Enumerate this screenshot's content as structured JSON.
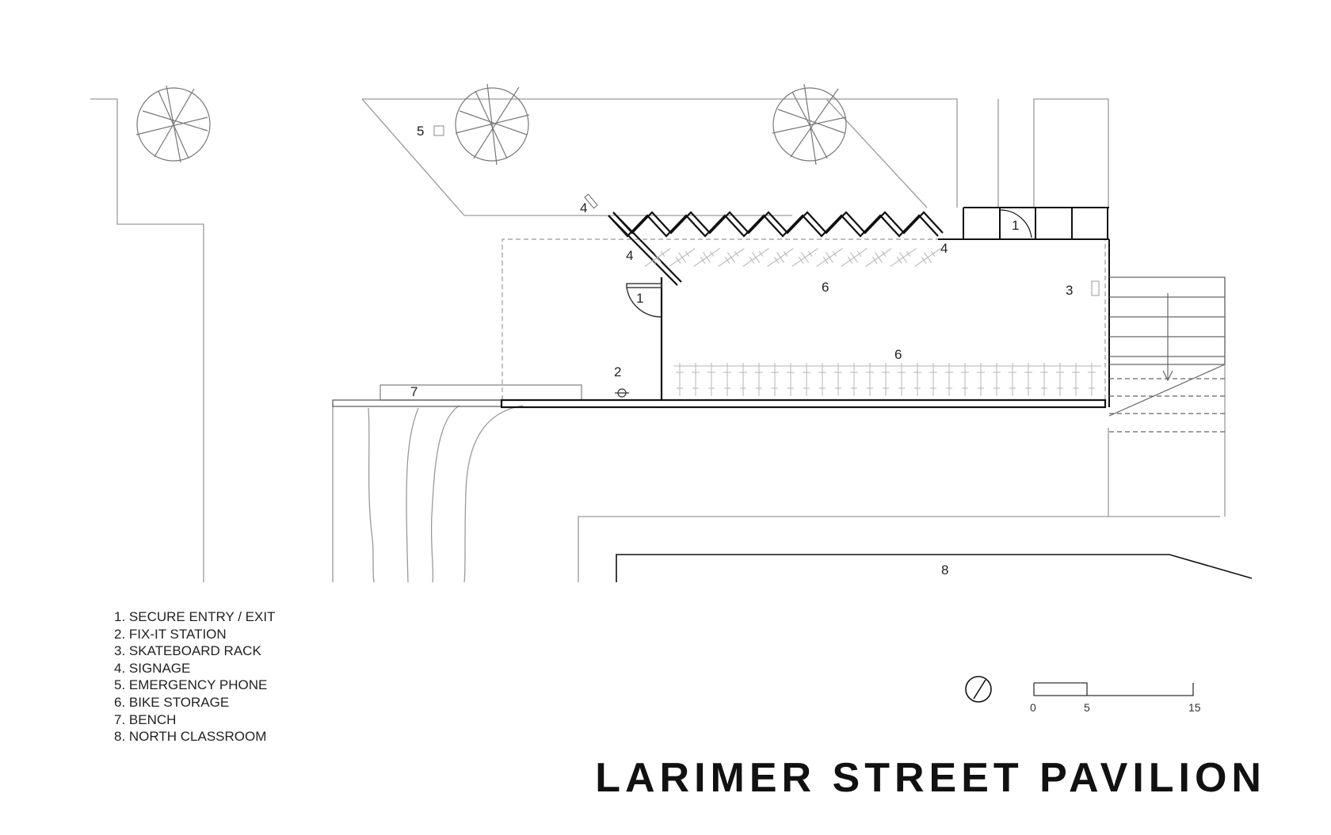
{
  "title": "LARIMER STREET PAVILION",
  "legend": [
    "1. SECURE ENTRY / EXIT",
    "2. FIX-IT STATION",
    "3. SKATEBOARD RACK",
    "4. SIGNAGE",
    "5. EMERGENCY PHONE",
    "6. BIKE STORAGE",
    "7. BENCH",
    "8. NORTH CLASSROOM"
  ],
  "callouts": {
    "secure_entry_a": "1",
    "secure_entry_b": "1",
    "fixit": "2",
    "skate_rack": "3",
    "signage_a": "4",
    "signage_b": "4",
    "signage_c": "4",
    "phone": "5",
    "bike_storage_a": "6",
    "bike_storage_b": "6",
    "bench": "7",
    "classroom": "8"
  },
  "scale_bar": {
    "labels": [
      "0",
      "5",
      "15"
    ]
  },
  "colors": {
    "ink": "#111111",
    "context_line": "#9a9a9a",
    "text": "#222222"
  }
}
